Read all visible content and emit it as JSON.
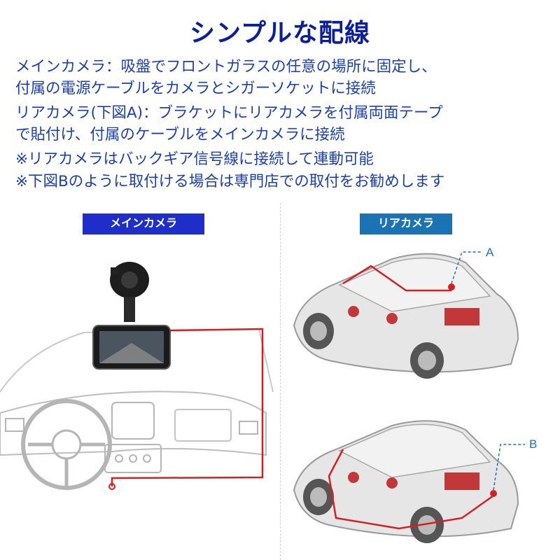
{
  "title": "シンプルな配線",
  "description": {
    "main_camera_line1": "メインカメラ：吸盤でフロントガラスの任意の場所に固定し、",
    "main_camera_line2": "付属の電源ケーブルをカメラとシガーソケットに接続",
    "rear_camera_line1": "リアカメラ(下図A)：ブラケットにリアカメラを付属両面テープ",
    "rear_camera_line2": "で貼付け、付属のケーブルをメインカメラに接続",
    "note1": "※リアカメラはバックギア信号線に接続して連動可能",
    "note2": "※下図Bのように取付ける場合は専門店での取付をお勧めします"
  },
  "labels": {
    "main_camera_badge": "メインカメラ",
    "rear_camera_badge": "リアカメラ",
    "callout_a": "A",
    "callout_b": "B"
  },
  "colors": {
    "title": "#0b1f9c",
    "text": "#1a3fb5",
    "main_badge": "#1d2fc8",
    "rear_badge": "#1c73b3",
    "cable": "#d42020",
    "callout": "#1c73b3"
  }
}
